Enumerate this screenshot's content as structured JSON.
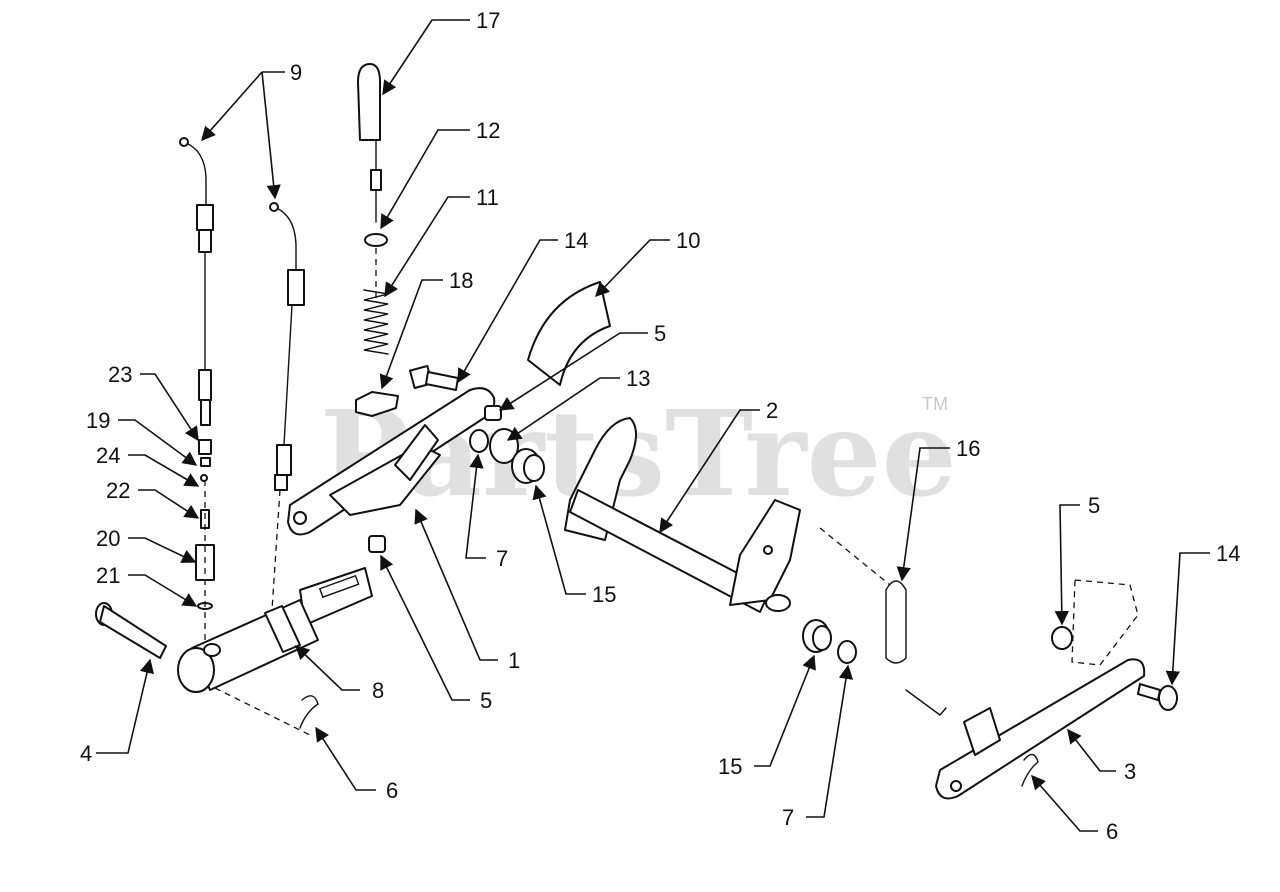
{
  "watermark": {
    "text": "PartsTree",
    "tm": "TM"
  },
  "callouts": {
    "c1": "1",
    "c2": "2",
    "c3": "3",
    "c4": "4",
    "c5a": "5",
    "c5b": "5",
    "c5c": "5",
    "c6a": "6",
    "c6b": "6",
    "c7a": "7",
    "c7b": "7",
    "c8": "8",
    "c9": "9",
    "c10": "10",
    "c11": "11",
    "c12": "12",
    "c13": "13",
    "c14a": "14",
    "c14b": "14",
    "c15a": "15",
    "c15b": "15",
    "c16": "16",
    "c17": "17",
    "c18": "18",
    "c19": "19",
    "c20": "20",
    "c21": "21",
    "c22": "22",
    "c23": "23",
    "c24": "24"
  }
}
